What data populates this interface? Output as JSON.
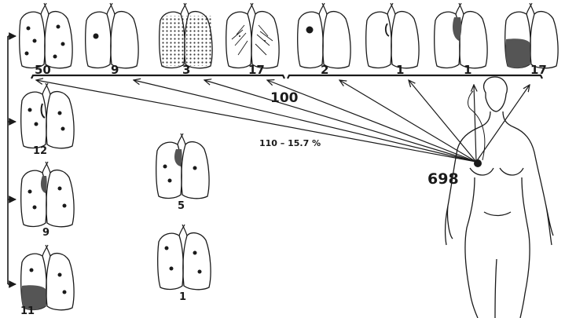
{
  "labels": {
    "top_counts": [
      "50",
      "9",
      "3",
      "17",
      "2",
      "1",
      "1",
      "17"
    ],
    "left_counts": [
      "12",
      "9",
      "11"
    ],
    "center_counts": [
      "5",
      "1"
    ],
    "total_patients": "698",
    "metastasis_group": "100",
    "percent_note": "110 – 15.7 %"
  },
  "colors": {
    "ink": "#1a1a1a",
    "paper": "#ffffff",
    "shade": "#555555"
  }
}
